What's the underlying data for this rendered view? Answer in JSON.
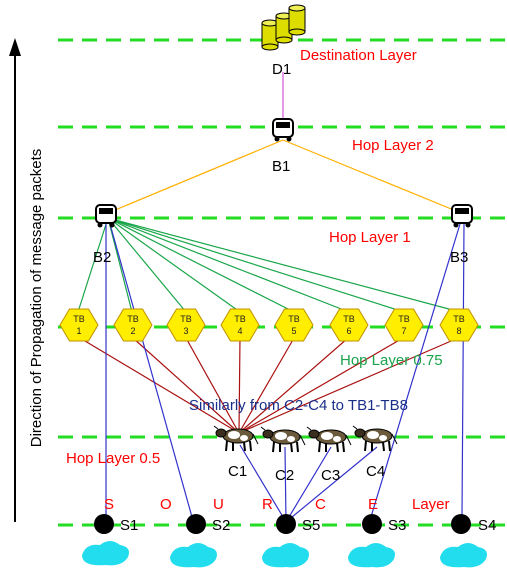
{
  "axis_label": "Direction of Propagation of message packets",
  "layers": {
    "destination": "Destination Layer",
    "hop2": "Hop Layer 2",
    "hop1": "Hop Layer 1",
    "hop075": "Hop Layer 0.75",
    "hop05": "Hop Layer 0.5",
    "source_letters": [
      "S",
      "O",
      "U",
      "R",
      "C",
      "E"
    ],
    "source_word": "Layer"
  },
  "nodes": {
    "destination": "D1",
    "buses": [
      "B1",
      "B2",
      "B3"
    ],
    "throwboxes": [
      {
        "top": "TB",
        "num": "1"
      },
      {
        "top": "TB",
        "num": "2"
      },
      {
        "top": "TB",
        "num": "3"
      },
      {
        "top": "TB",
        "num": "4"
      },
      {
        "top": "TB",
        "num": "5"
      },
      {
        "top": "TB",
        "num": "6"
      },
      {
        "top": "TB",
        "num": "7"
      },
      {
        "top": "TB",
        "num": "8"
      }
    ],
    "cows": [
      "C1",
      "C2",
      "C3",
      "C4"
    ],
    "sources": [
      "S1",
      "S2",
      "S5",
      "S3",
      "S4"
    ]
  },
  "annotation": "Similarly from C2-C4 to TB1-TB8",
  "colors": {
    "layer_line": "#22dd22",
    "label_red": "#ff0000",
    "label_green": "#1aa34a",
    "label_navy": "#1a2f8a",
    "link_bus_bus": "#ffb000",
    "link_dest": "#cc33cc",
    "link_green": "#19a64a",
    "link_red": "#aa1111",
    "link_blue": "#3333cc",
    "throwbox_fill": "#ffee00",
    "water_fill": "#22ddee",
    "cylinder_fill": "#dddd00"
  }
}
